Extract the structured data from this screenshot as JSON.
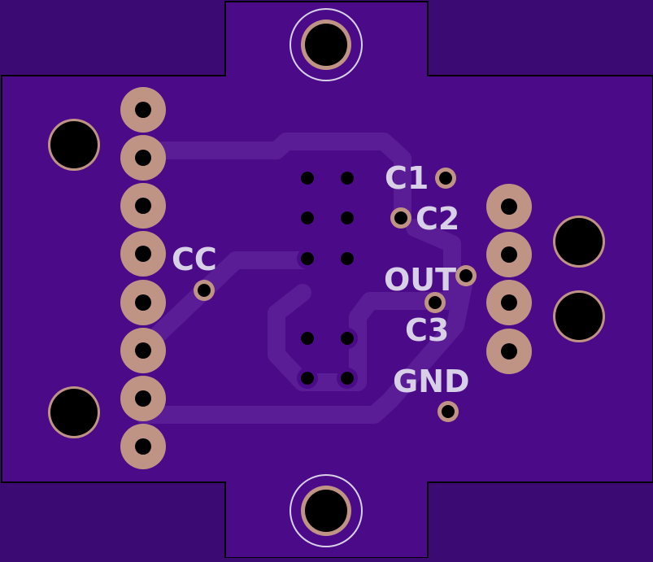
{
  "board": {
    "colors": {
      "background": "#3b0a73",
      "soldermask": "#4b0a88",
      "trace": "#5a1d96",
      "outline": "#000000",
      "pad_copper": "#c09484",
      "drill": "#000000",
      "silkscreen": "#d8d0e6"
    },
    "labels": {
      "cc": "CC",
      "c1": "C1",
      "c2": "C2",
      "out": "OUT",
      "c3": "C3",
      "gnd": "GND"
    }
  }
}
